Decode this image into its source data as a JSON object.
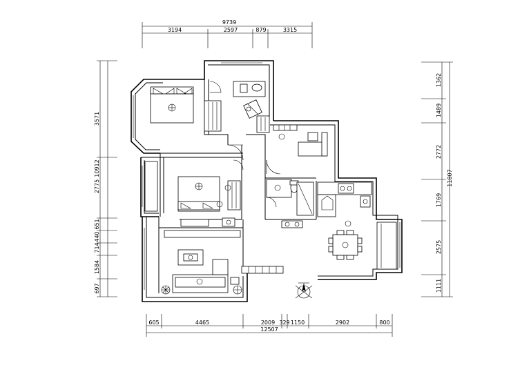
{
  "drawing": {
    "dimensions": {
      "top_total": "9739",
      "top_segments": [
        "3194",
        "2597",
        "879",
        "3315"
      ],
      "bottom_total": "12507",
      "bottom_segments": [
        "605",
        "4465",
        "2009",
        "329",
        "1150",
        "2902",
        "800"
      ],
      "left_total": "10912",
      "left_segments": [
        "3571",
        "2775",
        "651",
        "440",
        "714",
        "1584",
        "697"
      ],
      "right_total": "11807",
      "right_segments": [
        "1362",
        "1489",
        "2772",
        "1769",
        "2575",
        "1111"
      ]
    }
  }
}
